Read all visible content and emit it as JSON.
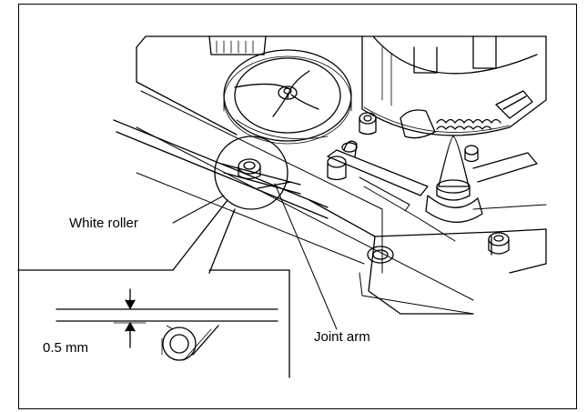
{
  "labels": {
    "white_roller": "White roller",
    "joint_arm": "Joint arm",
    "gap_measure": "0.5 mm"
  }
}
